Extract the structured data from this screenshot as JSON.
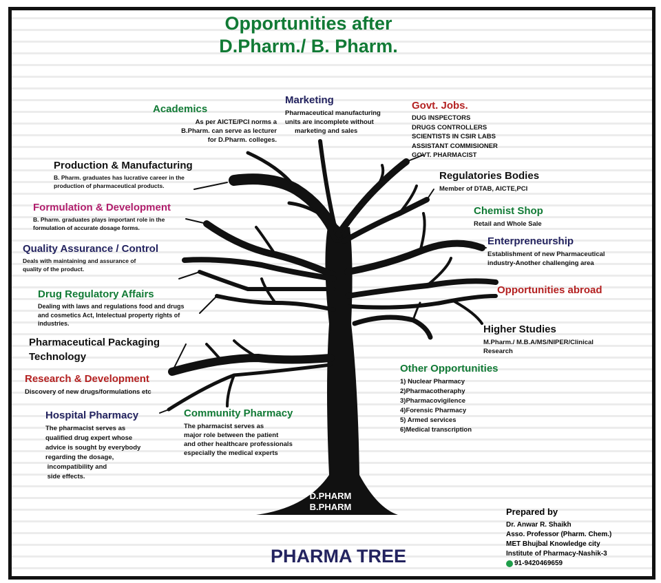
{
  "title": {
    "line1": "Opportunities after",
    "line2": "D.Pharm./ B. Pharm."
  },
  "trunk": {
    "line1": "D.PHARM",
    "line2": "B.PHARM"
  },
  "footer_title": "PHARMA TREE",
  "colors": {
    "green": "#117a35",
    "navy": "#23235f",
    "red": "#b42121",
    "magenta": "#b01e6c",
    "black": "#111111"
  },
  "branches": {
    "academics": {
      "title": "Academics",
      "lines": [
        "As per AICTE/PCI norms a",
        "B.Pharm. can serve as lecturer",
        "for D.Pharm. colleges."
      ]
    },
    "marketing": {
      "title": "Marketing",
      "lines": [
        "Pharmaceutical manufacturing",
        "units are incomplete without",
        "marketing and sales"
      ]
    },
    "govt_jobs": {
      "title": "Govt. Jobs.",
      "lines": [
        "DUG INSPECTORS",
        "DRUGS CONTROLLERS",
        "SCIENTISTS IN CSIR LABS",
        "ASSISTANT COMMISIONER",
        "GOVT. PHARMACIST"
      ]
    },
    "production": {
      "title": "Production & Manufacturing",
      "lines": [
        "B. Pharm. graduates has lucrative career in the",
        "production of pharmaceutical products."
      ]
    },
    "regulatory_bodies": {
      "title": "Regulatories Bodies",
      "lines": [
        "Member of DTAB, AICTE,PCI"
      ]
    },
    "formulation": {
      "title": "Formulation & Development",
      "lines": [
        "B. Pharm. graduates plays important role in the",
        "formulation of accurate dosage forms."
      ]
    },
    "chemist_shop": {
      "title": "Chemist Shop",
      "lines": [
        "Retail and Whole Sale"
      ]
    },
    "quality": {
      "title": "Quality Assurance / Control",
      "lines": [
        "Deals with maintaining and assurance of",
        "quality of the product."
      ]
    },
    "entrepreneurship": {
      "title": "Enterpreneurship",
      "lines": [
        "Establishment of new Pharmaceutical",
        "industry-Another challenging area"
      ]
    },
    "drug_regulatory": {
      "title": "Drug Regulatory Affairs",
      "lines": [
        "Dealing with  laws and regulations food and drugs",
        "and cosmetics Act, Intelectual  property rights of",
        "industries."
      ]
    },
    "abroad": {
      "title": "Opportunities abroad"
    },
    "higher_studies": {
      "title": "Higher Studies",
      "lines": [
        "M.Pharm./ M.B.A/MS/NIPER/Clinical",
        "Research"
      ]
    },
    "packaging": {
      "title_line1": "Pharmaceutical Packaging",
      "title_line2": "Technology"
    },
    "research": {
      "title": "Research & Development",
      "lines": [
        "Discovery of new drugs/formulations etc"
      ]
    },
    "other": {
      "title": "Other Opportunities",
      "items": [
        "1) Nuclear Pharmacy",
        "2)Pharmacotheraphy",
        "3)Pharmacovigilence",
        "4)Forensic Pharmacy",
        "5) Armed services",
        "6)Medical transcription"
      ]
    },
    "hospital": {
      "title": "Hospital Pharmacy",
      "lines": [
        "The pharmacist serves  as",
        "qualified drug expert whose",
        "advice is sought by everybody",
        "regarding the dosage,",
        " incompatibility and",
        " side effects."
      ]
    },
    "community": {
      "title": "Community Pharmacy",
      "lines": [
        "The pharmacist serves  as",
        "major role between the patient",
        "and other healthcare professionals",
        "especially the medical experts"
      ]
    }
  },
  "prepared": {
    "heading": "Prepared by",
    "lines": [
      "Dr. Anwar R. Shaikh",
      "Asso. Professor (Pharm. Chem.)",
      "MET Bhujbal Knowledge city",
      "Institute of Pharmacy-Nashik-3"
    ],
    "phone": "91-9420469659",
    "phone_icon": "whatsapp-icon"
  }
}
